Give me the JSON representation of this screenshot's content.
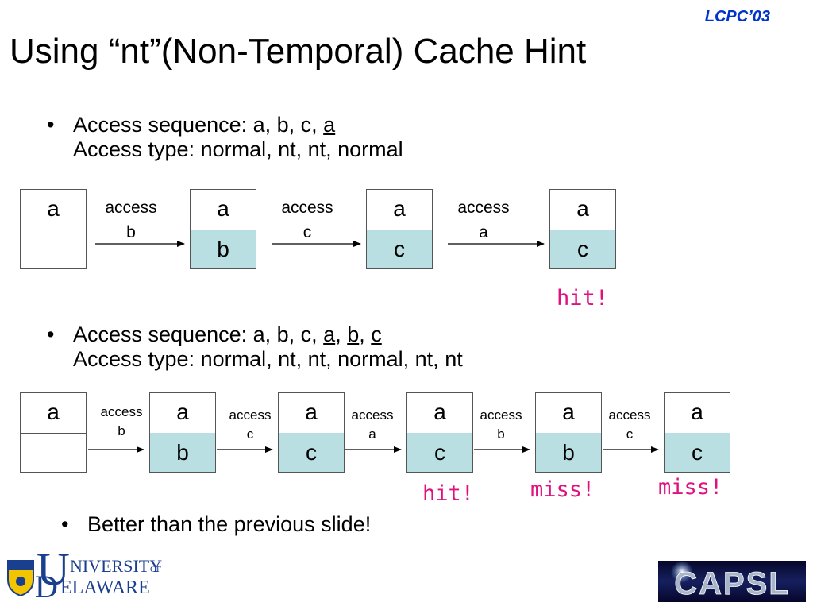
{
  "header": {
    "conference": "LCPC’03"
  },
  "slide": {
    "title": "Using “nt”(Non-Temporal) Cache Hint"
  },
  "section1": {
    "seq_prefix": "Access sequence: a, b, c, ",
    "seq_underlined": "a",
    "type_line": "Access type: normal, nt, nt, normal",
    "boxes": [
      {
        "top": "a",
        "bottom": "",
        "filled": false
      },
      {
        "top": "a",
        "bottom": "b",
        "filled": true
      },
      {
        "top": "a",
        "bottom": "c",
        "filled": true
      },
      {
        "top": "a",
        "bottom": "c",
        "filled": true
      }
    ],
    "arrows": [
      {
        "line1": "access",
        "line2": "b"
      },
      {
        "line1": "access",
        "line2": "c"
      },
      {
        "line1": "access",
        "line2": "a"
      }
    ],
    "annotations": [
      "hit!"
    ]
  },
  "section2": {
    "seq_prefix": "Access sequence: a, b, c, ",
    "seq_u1": "a",
    "seq_sep1": ", ",
    "seq_u2": "b",
    "seq_sep2": ", ",
    "seq_u3": "c",
    "type_line": "Access type: normal, nt, nt, normal, nt, nt",
    "boxes": [
      {
        "top": "a",
        "bottom": "",
        "filled": false
      },
      {
        "top": "a",
        "bottom": "b",
        "filled": true
      },
      {
        "top": "a",
        "bottom": "c",
        "filled": true
      },
      {
        "top": "a",
        "bottom": "c",
        "filled": true
      },
      {
        "top": "a",
        "bottom": "b",
        "filled": true
      },
      {
        "top": "a",
        "bottom": "c",
        "filled": true
      }
    ],
    "arrows": [
      {
        "line1": "access",
        "line2": "b"
      },
      {
        "line1": "access",
        "line2": "c"
      },
      {
        "line1": "access",
        "line2": "a"
      },
      {
        "line1": "access",
        "line2": "b"
      },
      {
        "line1": "access",
        "line2": "c"
      }
    ],
    "annotations": [
      "hit!",
      "miss!",
      "miss!"
    ]
  },
  "footer_bullet": "Better than the previous slide!",
  "logos": {
    "university_top": "NIVERSITY",
    "university_of": "OF",
    "university_bottom": "ELAWARE",
    "capsl": "CAPSL"
  },
  "colors": {
    "cell_fill": "#b9dfe2",
    "hand_annotation": "#e0117f",
    "conference": "#0033cc"
  }
}
